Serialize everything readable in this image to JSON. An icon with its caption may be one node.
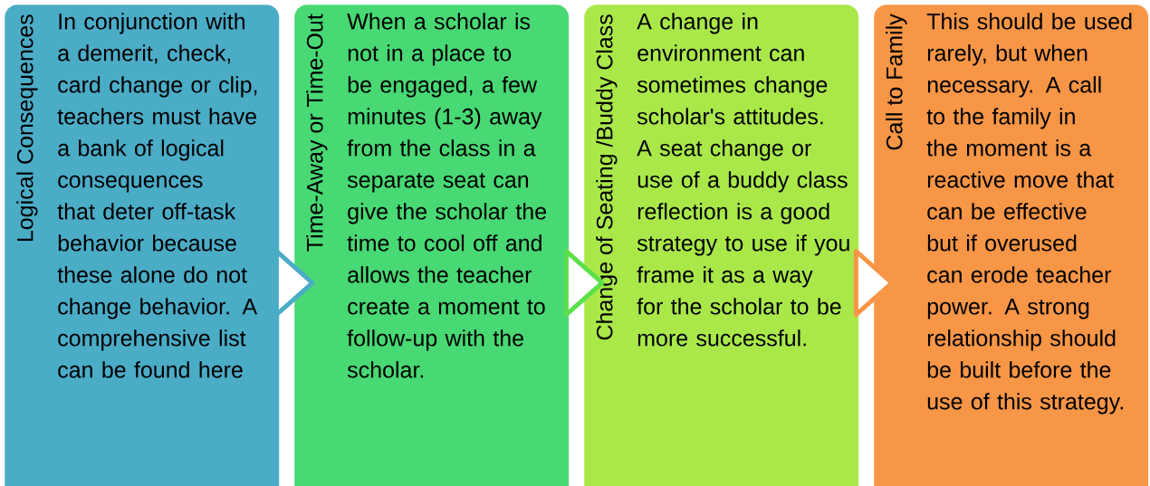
{
  "diagram": {
    "nodes": [
      {
        "text": [
          "Logical Consequences",
          "In conjunction with a demerit, check, card change or clip, teachers must have a bank of logical consequences that deter off-task behavior because these alone do not change behavior. A comprehensive list can be found here"
        ]
      },
      {
        "text": [
          "Time-Away or Time-Out",
          "When a scholar is not in a place to be engaged, a few minutes (1-3) away from the class in a separate seat can give the scholar the time to cool off and allows the teacher create a moment to follow-up with the scholar."
        ]
      },
      {
        "text": [
          "Change of Seating /Buddy Class",
          "A change in environment can sometimes change scholar's attitudes. A seat change or use of a buddy class reflection is a good strategy to use if you frame it as a way for the scholar to be more successful."
        ]
      },
      {
        "text": [
          "Call to Family",
          "This should be used rarely, but when necessary. A call to the family in the moment is a reactive move that can be effective but if overused can erode teacher power. A strong relationship should be built before the use of this strategy."
        ]
      }
    ],
    "edges": [
      {
        "from": 0,
        "to": 1,
        "arrow": "to",
        "color": "#4bacc6"
      },
      {
        "from": 1,
        "to": 2,
        "arrow": "to",
        "color": "#5ce04a"
      },
      {
        "from": 2,
        "to": 3,
        "arrow": "to",
        "color": "#f79646"
      }
    ]
  }
}
